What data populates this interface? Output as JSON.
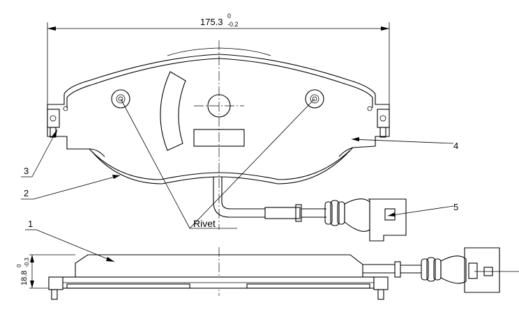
{
  "dimensions": {
    "width_main": "175.3",
    "width_tol_upper": "0",
    "width_tol_lower": "-0.2",
    "height_main": "18.8",
    "height_tol_upper": "0",
    "height_tol_lower": "-0.3"
  },
  "callouts": [
    "1",
    "2",
    "3",
    "4",
    "5"
  ],
  "labels": {
    "rivet": "Rivet"
  }
}
